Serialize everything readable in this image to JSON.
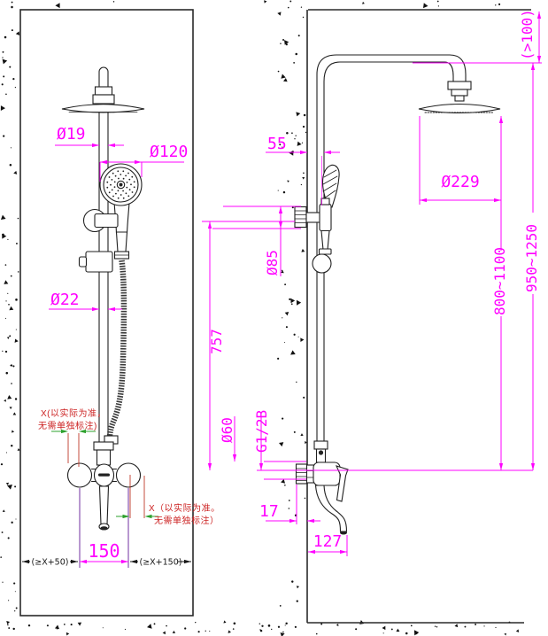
{
  "drawing": {
    "front_view": {
      "pipe_diameter": "Ø19",
      "hand_shower_diameter": "Ø120",
      "slide_bar_diameter": "Ø22",
      "inlet_center_distance": "150",
      "left_side_clearance": "(≥X+50)",
      "right_side_clearance": "(≥X+150)",
      "note_left": [
        "X(以实际为准，",
        "无需单独标注)"
      ],
      "note_right": [
        "X（以实际为准。",
        "无需单独标注）"
      ]
    },
    "side_view": {
      "wall_to_bar": "55",
      "overhead_shower_diameter": "Ø229",
      "ceiling_clearance": "(>100)",
      "overall_height_range": "950~1250",
      "head_height_range": "800~1100",
      "bracket_diameter": "Ø85",
      "slide_bar_length": "757",
      "inlet_flange_diameter": "Ø60",
      "inlet_thread": "G1/2B",
      "wall_embed_depth": "17",
      "spout_reach": "127"
    },
    "colors": {
      "dimension": "#ff00ff",
      "inlet_extension": "#7030a0",
      "note_text": "#cc2222",
      "note_lines": "#c0392b",
      "note_arrows": "#2ca02c",
      "line": "#1f1f1f"
    }
  }
}
